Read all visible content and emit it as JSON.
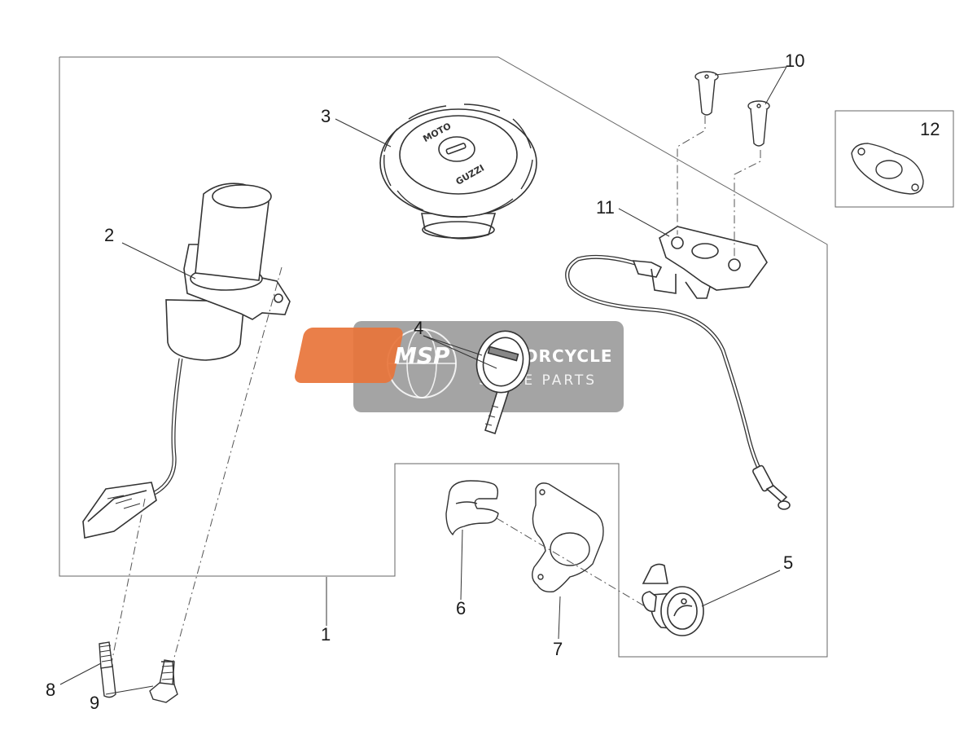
{
  "callouts": {
    "c1": "1",
    "c2": "2",
    "c3": "3",
    "c4": "4",
    "c5": "5",
    "c6": "6",
    "c7": "7",
    "c8": "8",
    "c9": "9",
    "c10": "10",
    "c11": "11",
    "c12": "12"
  },
  "watermark": {
    "logo": "MSP",
    "line1": "MOTORCYCLE",
    "line2": "SPARE PARTS"
  },
  "fuel_cap_brand": {
    "top": "MOTO",
    "bottom": "GUZZI"
  },
  "colors": {
    "line": "#333333",
    "frame": "#555555",
    "watermark_bg": "#8a8a8a",
    "watermark_logo": "#e8743a"
  }
}
